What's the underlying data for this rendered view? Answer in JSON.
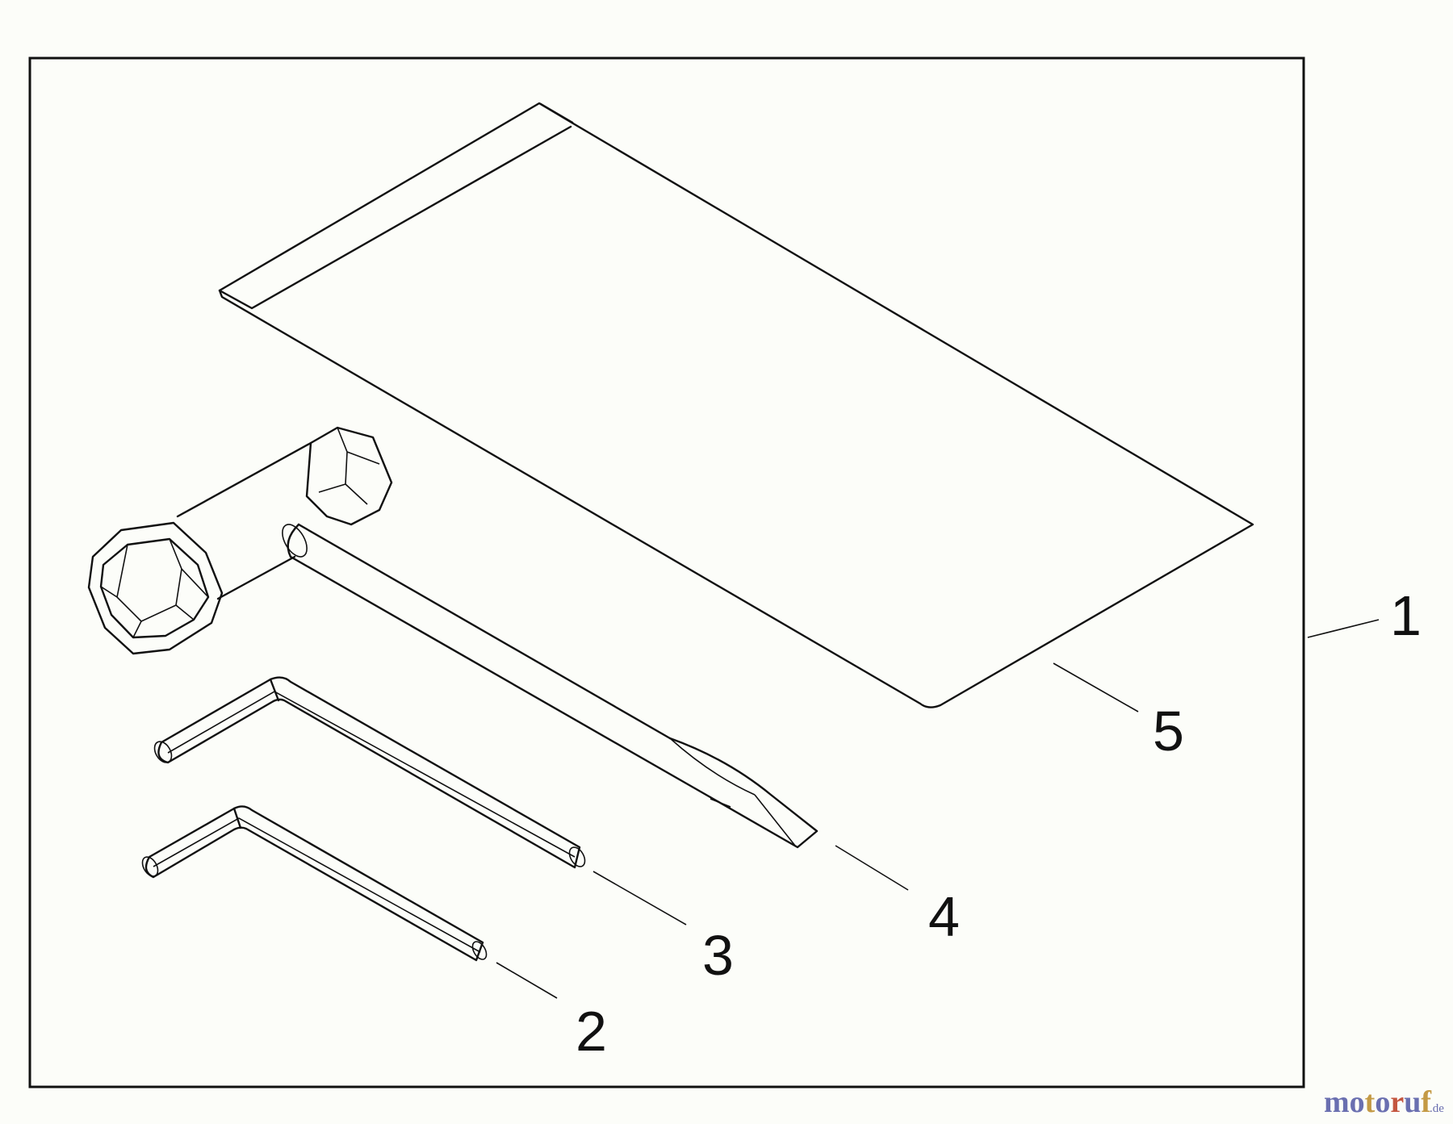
{
  "callouts": [
    {
      "label": "1"
    },
    {
      "label": "2"
    },
    {
      "label": "3"
    },
    {
      "label": "4"
    },
    {
      "label": "5"
    }
  ],
  "watermark": {
    "parts": [
      "m",
      "o",
      "t",
      "o",
      "r",
      "u",
      "f"
    ],
    "colors": [
      "#6a6fb0",
      "#6a6fb0",
      "#c49a45",
      "#6a6fb0",
      "#c4563f",
      "#6a6fb0",
      "#c49a45"
    ],
    "suffix": ".de"
  }
}
